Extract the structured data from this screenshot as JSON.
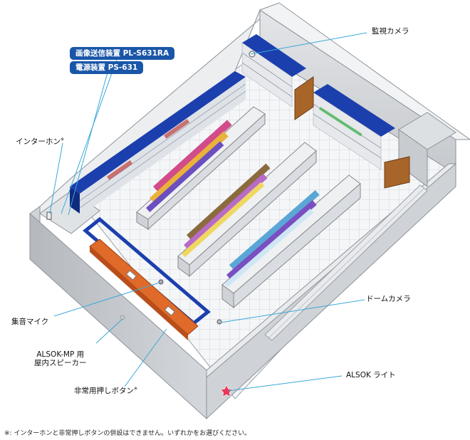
{
  "devices": {
    "encoder": "画像送信装置 PL-S631RA",
    "power": "電源装置 PS-631"
  },
  "labels": {
    "monitor_camera": "監視カメラ",
    "intercom": "インターホン",
    "intercom_mark": "※",
    "mic": "集音マイク",
    "speaker_line1": "ALSOK-MP 用",
    "speaker_line2": "屋内スピーカー",
    "emergency_button": "非常用押しボタン",
    "emergency_mark": "※",
    "dome_camera": "ドームカメラ",
    "alsok_light": "ALSOK ライト"
  },
  "footnote": "※: インターホンと非常押しボタンの併設はできません。いずれかをお選びください。",
  "colors": {
    "badge": "#1a56a8",
    "leader": "#3aa9d8",
    "shelf_top": "#1c3fae",
    "counter": "#e06a2a",
    "star": "#e8365a"
  }
}
